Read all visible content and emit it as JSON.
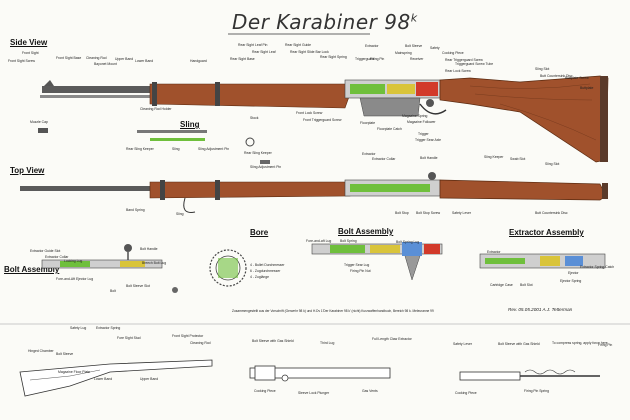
{
  "title": {
    "main": "Der Karabiner 98",
    "sup": "k"
  },
  "sections": {
    "side_view": "Side View",
    "top_view": "Top View",
    "sling": "Sling",
    "bore": "Bore",
    "bolt_assembly": "Bolt Assembly",
    "bolt_assembly_left": "Bolt Assembly",
    "extractor_assembly": "Extractor Assembly"
  },
  "revision": "Rev. 05.05.2001 A.J. Tetterman",
  "source_note": "Zusammengestellt aus der Vorschrift (Gerwehr 98 k) und H.Dv 1'Der Karabiner 98 k'  (nicht) Kurzwaffenhandbuch, Bereich 98 k. Meleuranne 99",
  "labels": {
    "side": [
      "Front Sight",
      "Front Sight Screw",
      "Front Sight Base",
      "Cleaning Rod",
      "Bayonet Mount",
      "Upper Band",
      "Lower Band",
      "Handguard",
      "Rear Sight Leaf Pin",
      "Rear Sight Guide",
      "Rear Sight Leaf",
      "Rear Sight Base",
      "Rear Sight Slide Bar Lock",
      "Rear Sight Spring",
      "Extractor",
      "Triggerguard",
      "Firing Pin",
      "Bolt Sleeve",
      "Mainspring",
      "Receiver",
      "Safety",
      "Cocking Piece",
      "Rear Triggerguard Screw",
      "Triggerguard Screw Tube",
      "Rear Lock Screw",
      "Sling Slot",
      "Butt Countersink Disc",
      "Buttplate Screw",
      "Buttplate",
      "Cleaning Rod Holder",
      "Stock",
      "Front Lock Screw",
      "Front Triggerguard Screw",
      "Magazine Spring",
      "Magazine Follower",
      "Floorplate",
      "Floorplate Catch",
      "Trigger",
      "Trigger Sear Axle",
      "Muzzle Cap"
    ],
    "sling": [
      "Rear Sling Keeper",
      "Sling",
      "Sling Adjustment Pin",
      "Rear Sling Keeper",
      "Sling Adjustment Pin"
    ],
    "top": [
      "Extractor",
      "Extractor Collar",
      "Bolt Handle",
      "Sling Keeper",
      "Swab Slot",
      "Band Spring",
      "Sling",
      "Bolt Stop",
      "Bolt Stop Screw",
      "Safety Lever",
      "Butt Countersink Disc",
      "Sling Slot"
    ],
    "bore": [
      "4 - Bullet Durchmesser",
      "6 - Zugdurchmesser",
      "4 - Zuglänge"
    ],
    "bolt_left": [
      "Extractor Guide Slot",
      "Extractor Collar",
      "Locking Lug",
      "Fore-and-Aft Ejector Lug",
      "Bolt Handle",
      "Breech Bolt Lug",
      "Bolt Sleeve Slot",
      "Bolt"
    ],
    "bolt_mid": [
      "Fore-and-aft Lug",
      "Bolt Spring",
      "Trigger Sear Lug",
      "Firing Pin Nut",
      "Bolt Spring Lug"
    ],
    "extractor": [
      "Extractor",
      "Cartridge Case",
      "Bolt Slot",
      "Extractor Spring Catch",
      "Ejector",
      "Ejector Spring"
    ],
    "bottom_left": [
      "Hinged Chamber",
      "Safety Lug",
      "Extractor Spring",
      "Fore Sight Stud",
      "Bolt Sleeve",
      "Magazine Floor Plate",
      "Lower Band",
      "Upper Band",
      "Front Sight Protector",
      "Cleaning Rod"
    ],
    "bottom_mid": [
      "Bolt Sleeve with Gas Shield",
      "Third Lug",
      "Full Length Claw Extractor",
      "Cocking Piece",
      "Sleeve Lock Plunger",
      "Gas Vents"
    ],
    "bottom_right": [
      "Safety Lever",
      "Bolt Sleeve with Gas Shield",
      "To compress spring, apply force here",
      "Firing Pin",
      "Cocking Piece",
      "Firing Pin Spring"
    ]
  },
  "colors": {
    "wood": "#a0512c",
    "wood_dark": "#7a3b1e",
    "steel": "#4a4a4a",
    "green_part": "#6fbf3c",
    "red_part": "#d23a2a",
    "yellow_part": "#d9c43a",
    "blue_part": "#5a8fd6"
  }
}
